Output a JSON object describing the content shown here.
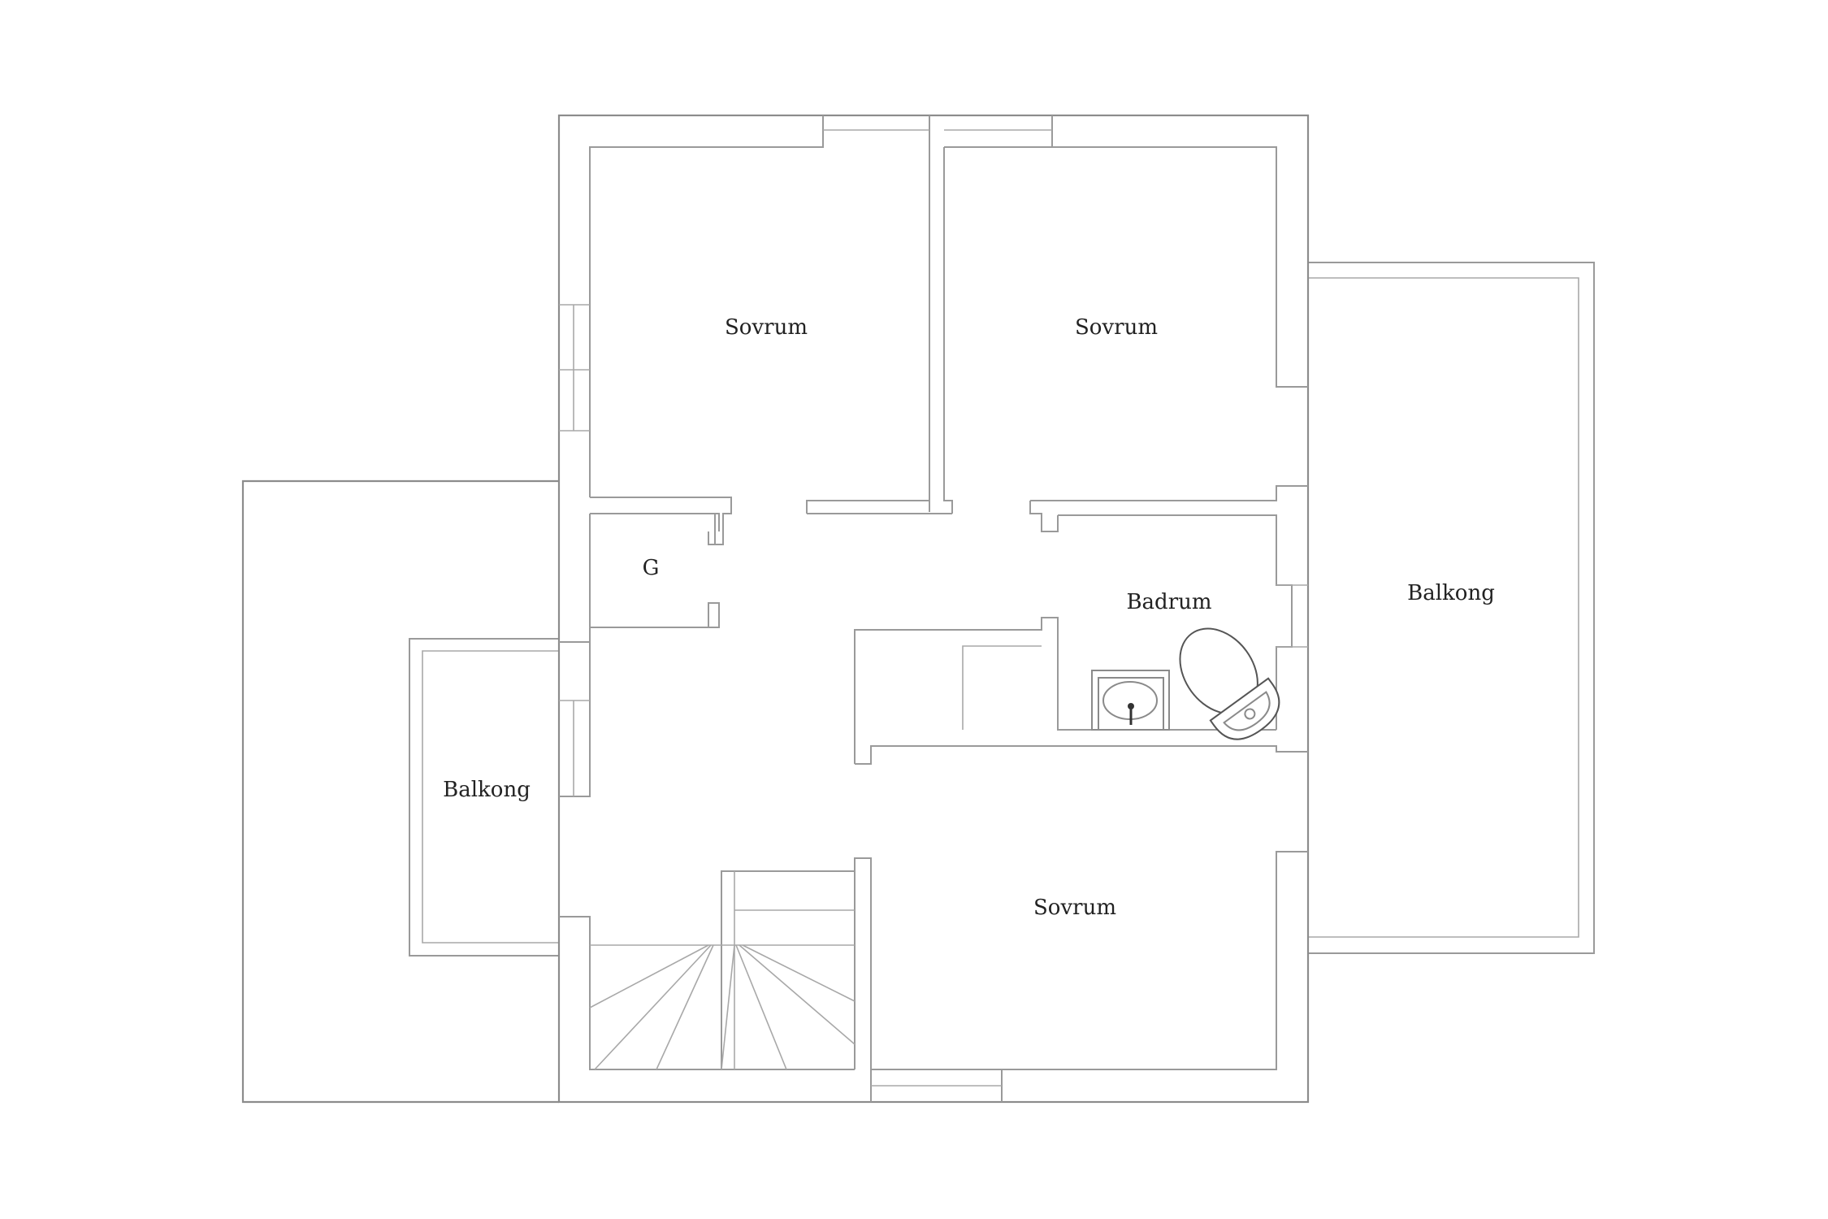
{
  "rooms": [
    {
      "id": "sovrum-1",
      "label": "Sovrum"
    },
    {
      "id": "sovrum-2",
      "label": "Sovrum"
    },
    {
      "id": "sovrum-3",
      "label": "Sovrum"
    },
    {
      "id": "badrum",
      "label": "Badrum"
    },
    {
      "id": "g",
      "label": "G"
    },
    {
      "id": "balkong-left",
      "label": "Balkong"
    },
    {
      "id": "balkong-right",
      "label": "Balkong"
    }
  ],
  "colors": {
    "background": "#ffffff",
    "wall": "#9a9a9a",
    "text": "#222222"
  },
  "icons": [
    "sink-icon",
    "toilet-icon",
    "staircase-icon",
    "window-icon"
  ]
}
